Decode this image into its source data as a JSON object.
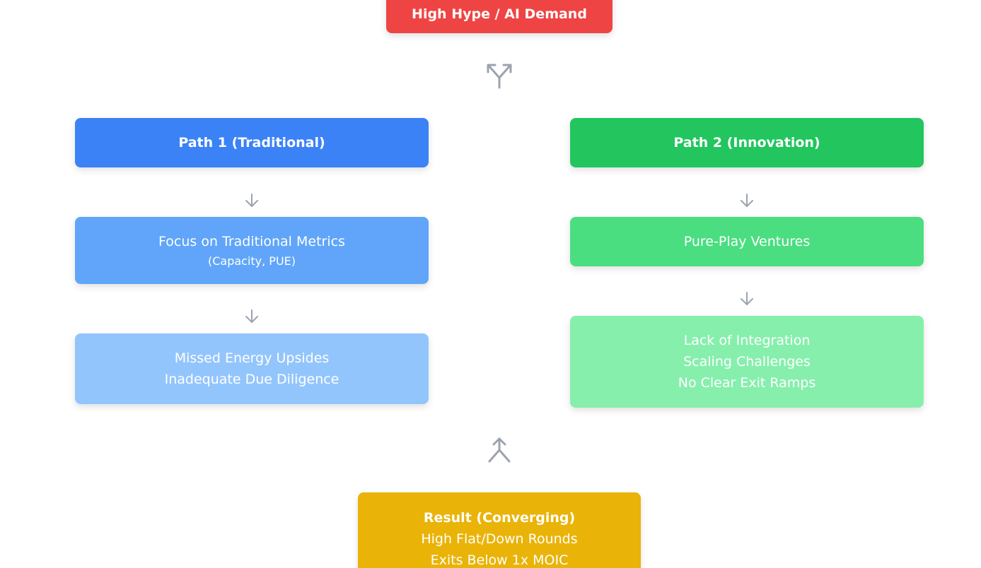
{
  "colors": {
    "top": "#ef4444",
    "path1_header": "#3b82f6",
    "path1_mid": "#60a5fa",
    "path1_low": "#93c5fd",
    "path2_header": "#22c55e",
    "path2_mid": "#4ade80",
    "path2_low": "#86efac",
    "result": "#eab308",
    "arrow": "#9ca3af"
  },
  "top": {
    "label": "High Hype / AI Demand"
  },
  "path1": {
    "header": "Path 1 (Traditional)",
    "focus_title": "Focus on Traditional Metrics",
    "focus_sub": "(Capacity, PUE)",
    "missed_line1": "Missed Energy Upsides",
    "missed_line2": "Inadequate Due Diligence"
  },
  "path2": {
    "header": "Path 2 (Innovation)",
    "ventures": "Pure-Play Ventures",
    "lack_line1": "Lack of Integration",
    "lack_line2": "Scaling Challenges",
    "lack_line3": "No Clear Exit Ramps"
  },
  "result": {
    "title": "Result (Converging)",
    "line1": "High Flat/Down Rounds",
    "line2": "Exits Below 1x MOIC"
  },
  "icons": {
    "split": "split-arrow-icon",
    "down": "arrow-down-icon",
    "merge": "merge-arrow-icon"
  }
}
